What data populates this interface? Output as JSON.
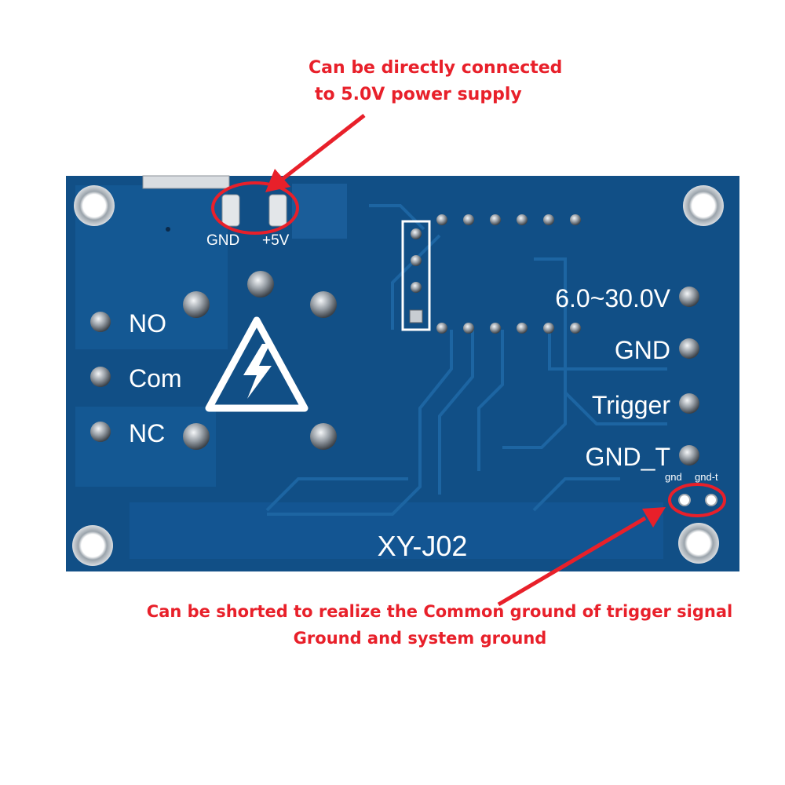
{
  "board": {
    "model": "XY-J02",
    "colors": {
      "pcb": "#114f86",
      "pcb_light": "#1d63a0",
      "trace": "#1a5c98",
      "silk": "#ffffff",
      "callout": "#e8202a"
    },
    "power_pads": {
      "gnd_label": "GND",
      "plus5v_label": "+5V"
    },
    "relay_terminals": {
      "no_label": "NO",
      "com_label": "Com",
      "nc_label": "NC"
    },
    "input_terminals": {
      "vin_label": "6.0~30.0V",
      "gnd_label": "GND",
      "trigger_label": "Trigger",
      "gnd_t_label": "GND_T"
    },
    "jumper": {
      "gnd_label": "gnd",
      "gnd_t_label": "gnd-t"
    },
    "icons": [
      "high-voltage-warning-icon"
    ]
  },
  "callouts": {
    "top": {
      "line1": "Can be directly connected",
      "line2": "to 5.0V power supply"
    },
    "bottom": {
      "line1": "Can be shorted to realize the Common ground of trigger signal",
      "line2": "Ground and system ground"
    }
  }
}
